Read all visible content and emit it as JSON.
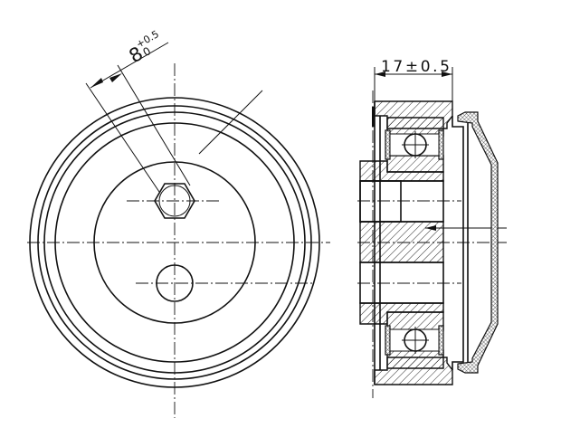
{
  "front_view": {
    "dimension_nominal": "8",
    "dimension_upper_tol": "+0.5",
    "dimension_lower_tol": "0"
  },
  "section_view": {
    "width_dimension": "17±0.5"
  }
}
